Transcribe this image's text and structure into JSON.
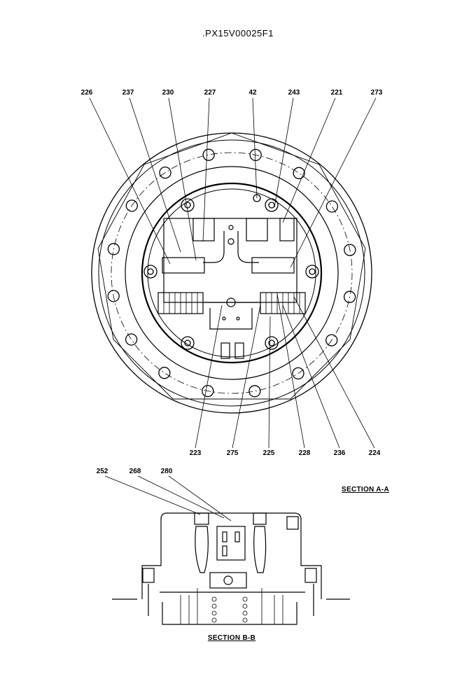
{
  "document": {
    "code": ".PX15V00025F1"
  },
  "section_a": {
    "label": "SECTION  A-A",
    "callouts_top": [
      "226",
      "237",
      "230",
      "227",
      "42",
      "243",
      "221",
      "273"
    ],
    "callouts_bottom": [
      "223",
      "275",
      "225",
      "228",
      "236",
      "224"
    ]
  },
  "section_b": {
    "label": "SECTION  B-B",
    "callouts": [
      "252",
      "268",
      "280"
    ]
  }
}
